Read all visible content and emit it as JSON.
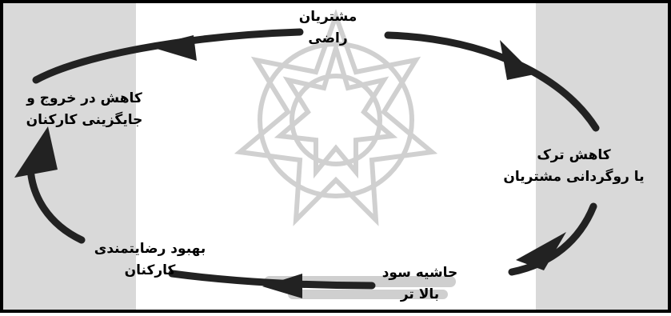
{
  "diagram": {
    "nodes": [
      {
        "id": "satisfied-customers",
        "lines": [
          "مشتریان",
          "راضی"
        ]
      },
      {
        "id": "reduced-churn",
        "lines": [
          "کاهش ترک",
          "یا روگردانی مشتریان"
        ]
      },
      {
        "id": "higher-margin",
        "lines": [
          "حاشیه سود",
          "بالا تر"
        ]
      },
      {
        "id": "employee-satisfaction",
        "lines": [
          "بهبود رضایتمندی",
          "کارکنان"
        ]
      },
      {
        "id": "reduced-turnover",
        "lines": [
          "کاهش در خروج و",
          "جایگزینی کارکنان"
        ]
      }
    ],
    "colors": {
      "frame": "#000000",
      "side_panel": "#d9d9d9",
      "cycle": "#222222",
      "watermark": "#c8c8c8"
    }
  }
}
